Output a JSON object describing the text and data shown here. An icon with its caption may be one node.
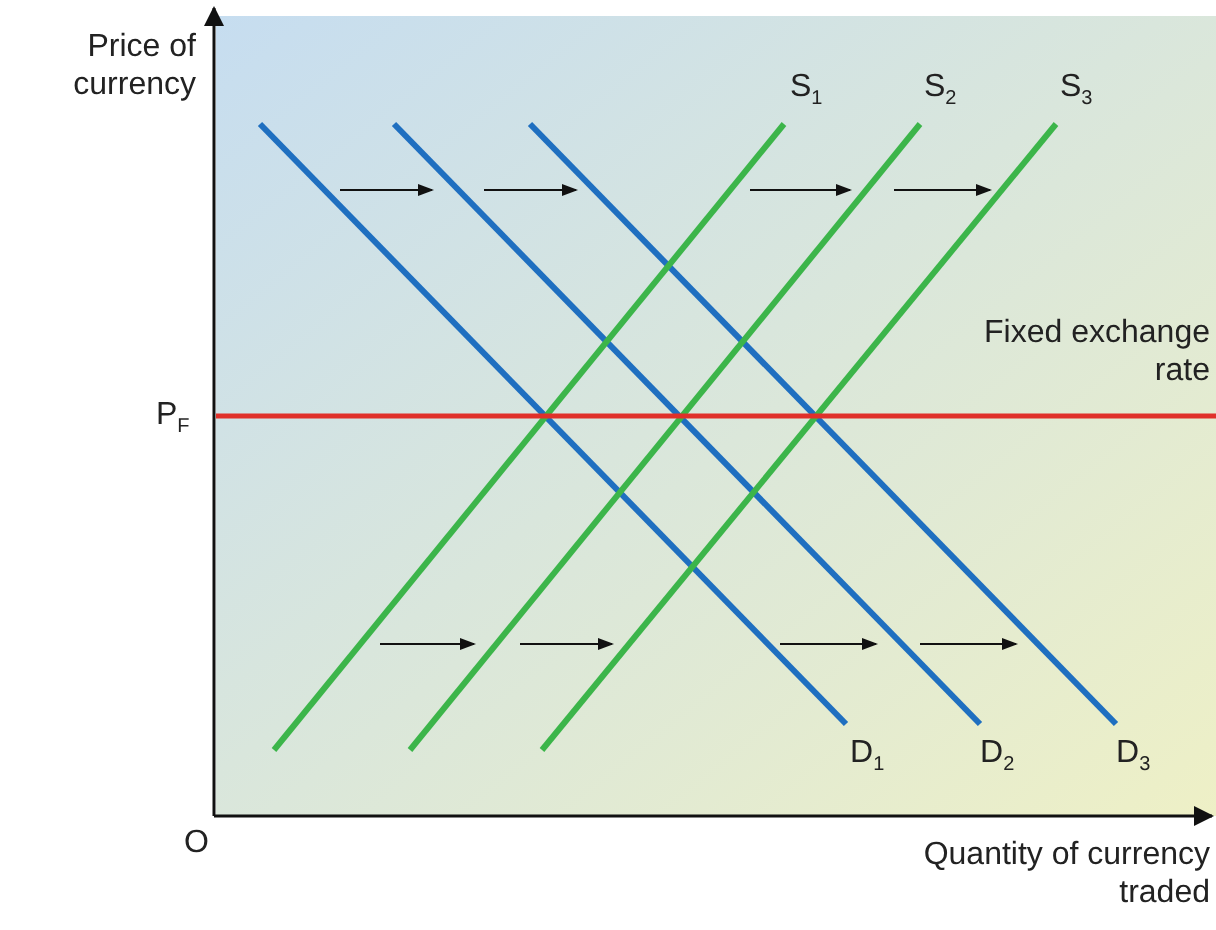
{
  "diagram": {
    "labels": [
      "Price of currency",
      "P$_{F}$",
      "O",
      "Quantity of currency traded",
      "S$_{1}$",
      "S$_{2}$",
      "S$_{3}$",
      "Fixed exchange rate",
      "D$_{1}$",
      "D$_{2}$",
      "D$_{3}$"
    ]
  }
}
